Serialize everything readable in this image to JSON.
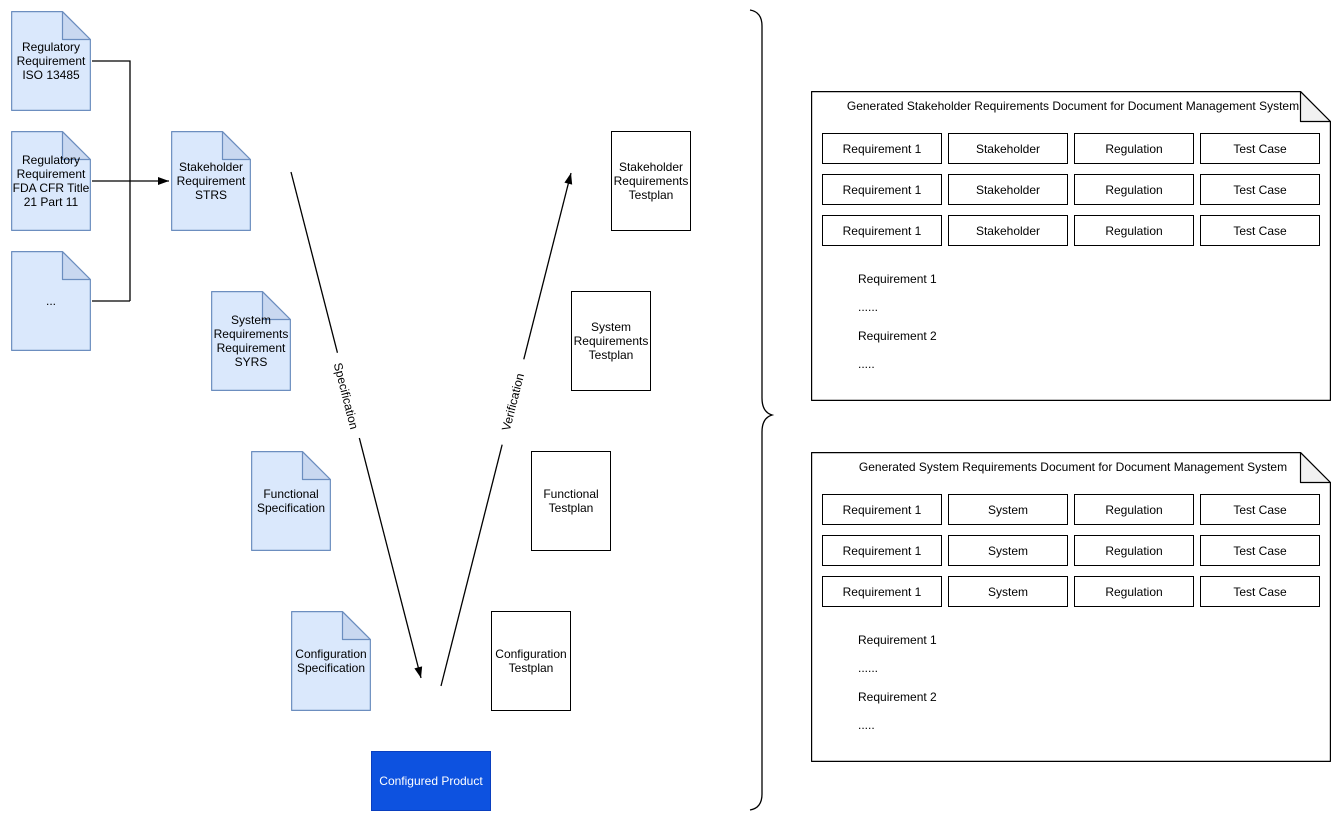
{
  "colors": {
    "document_fill": "#dae8fc",
    "document_stroke": "#6c8ebf",
    "document_fold_fill": "#c9d8f0",
    "plain_box_stroke": "#000000",
    "note_fold_fill": "#f1f1f1",
    "product_fill": "#0d52e0",
    "product_stroke": "#0a3fbf",
    "product_text": "#ffffff",
    "line_color": "#000000"
  },
  "vmodel": {
    "regulatory_documents": [
      {
        "label": "Regulatory Requirement ISO 13485"
      },
      {
        "label": "Regulatory Requirement FDA CFR Title 21 Part 11"
      },
      {
        "label": "..."
      }
    ],
    "specification_documents": [
      {
        "label": "Stakeholder Requirement STRS"
      },
      {
        "label": "System Requirements Requirement SYRS"
      },
      {
        "label": "Functional Specification"
      },
      {
        "label": "Configuration Specification"
      }
    ],
    "testplan_documents": [
      {
        "label": "Stakeholder Requirements Testplan"
      },
      {
        "label": "System Requirements Testplan"
      },
      {
        "label": "Functional Testplan"
      },
      {
        "label": "Configuration Testplan"
      }
    ],
    "product_label": "Configured Product",
    "edge_labels": {
      "specification": "Specification",
      "verification": "Verification"
    }
  },
  "generated_documents": [
    {
      "title": "Generated Stakeholder Requirements Document for Document Management System",
      "rows": [
        [
          "Requirement 1",
          "Stakeholder",
          "Regulation",
          "Test Case"
        ],
        [
          "Requirement 1",
          "Stakeholder",
          "Regulation",
          "Test Case"
        ],
        [
          "Requirement 1",
          "Stakeholder",
          "Regulation",
          "Test Case"
        ]
      ],
      "body": [
        "Requirement 1",
        "......",
        "Requirement 2",
        "....."
      ]
    },
    {
      "title": "Generated System Requirements Document for Document Management System",
      "rows": [
        [
          "Requirement 1",
          "System",
          "Regulation",
          "Test Case"
        ],
        [
          "Requirement 1",
          "System",
          "Regulation",
          "Test Case"
        ],
        [
          "Requirement 1",
          "System",
          "Regulation",
          "Test Case"
        ]
      ],
      "body": [
        "Requirement 1",
        "......",
        "Requirement 2",
        "....."
      ]
    }
  ]
}
